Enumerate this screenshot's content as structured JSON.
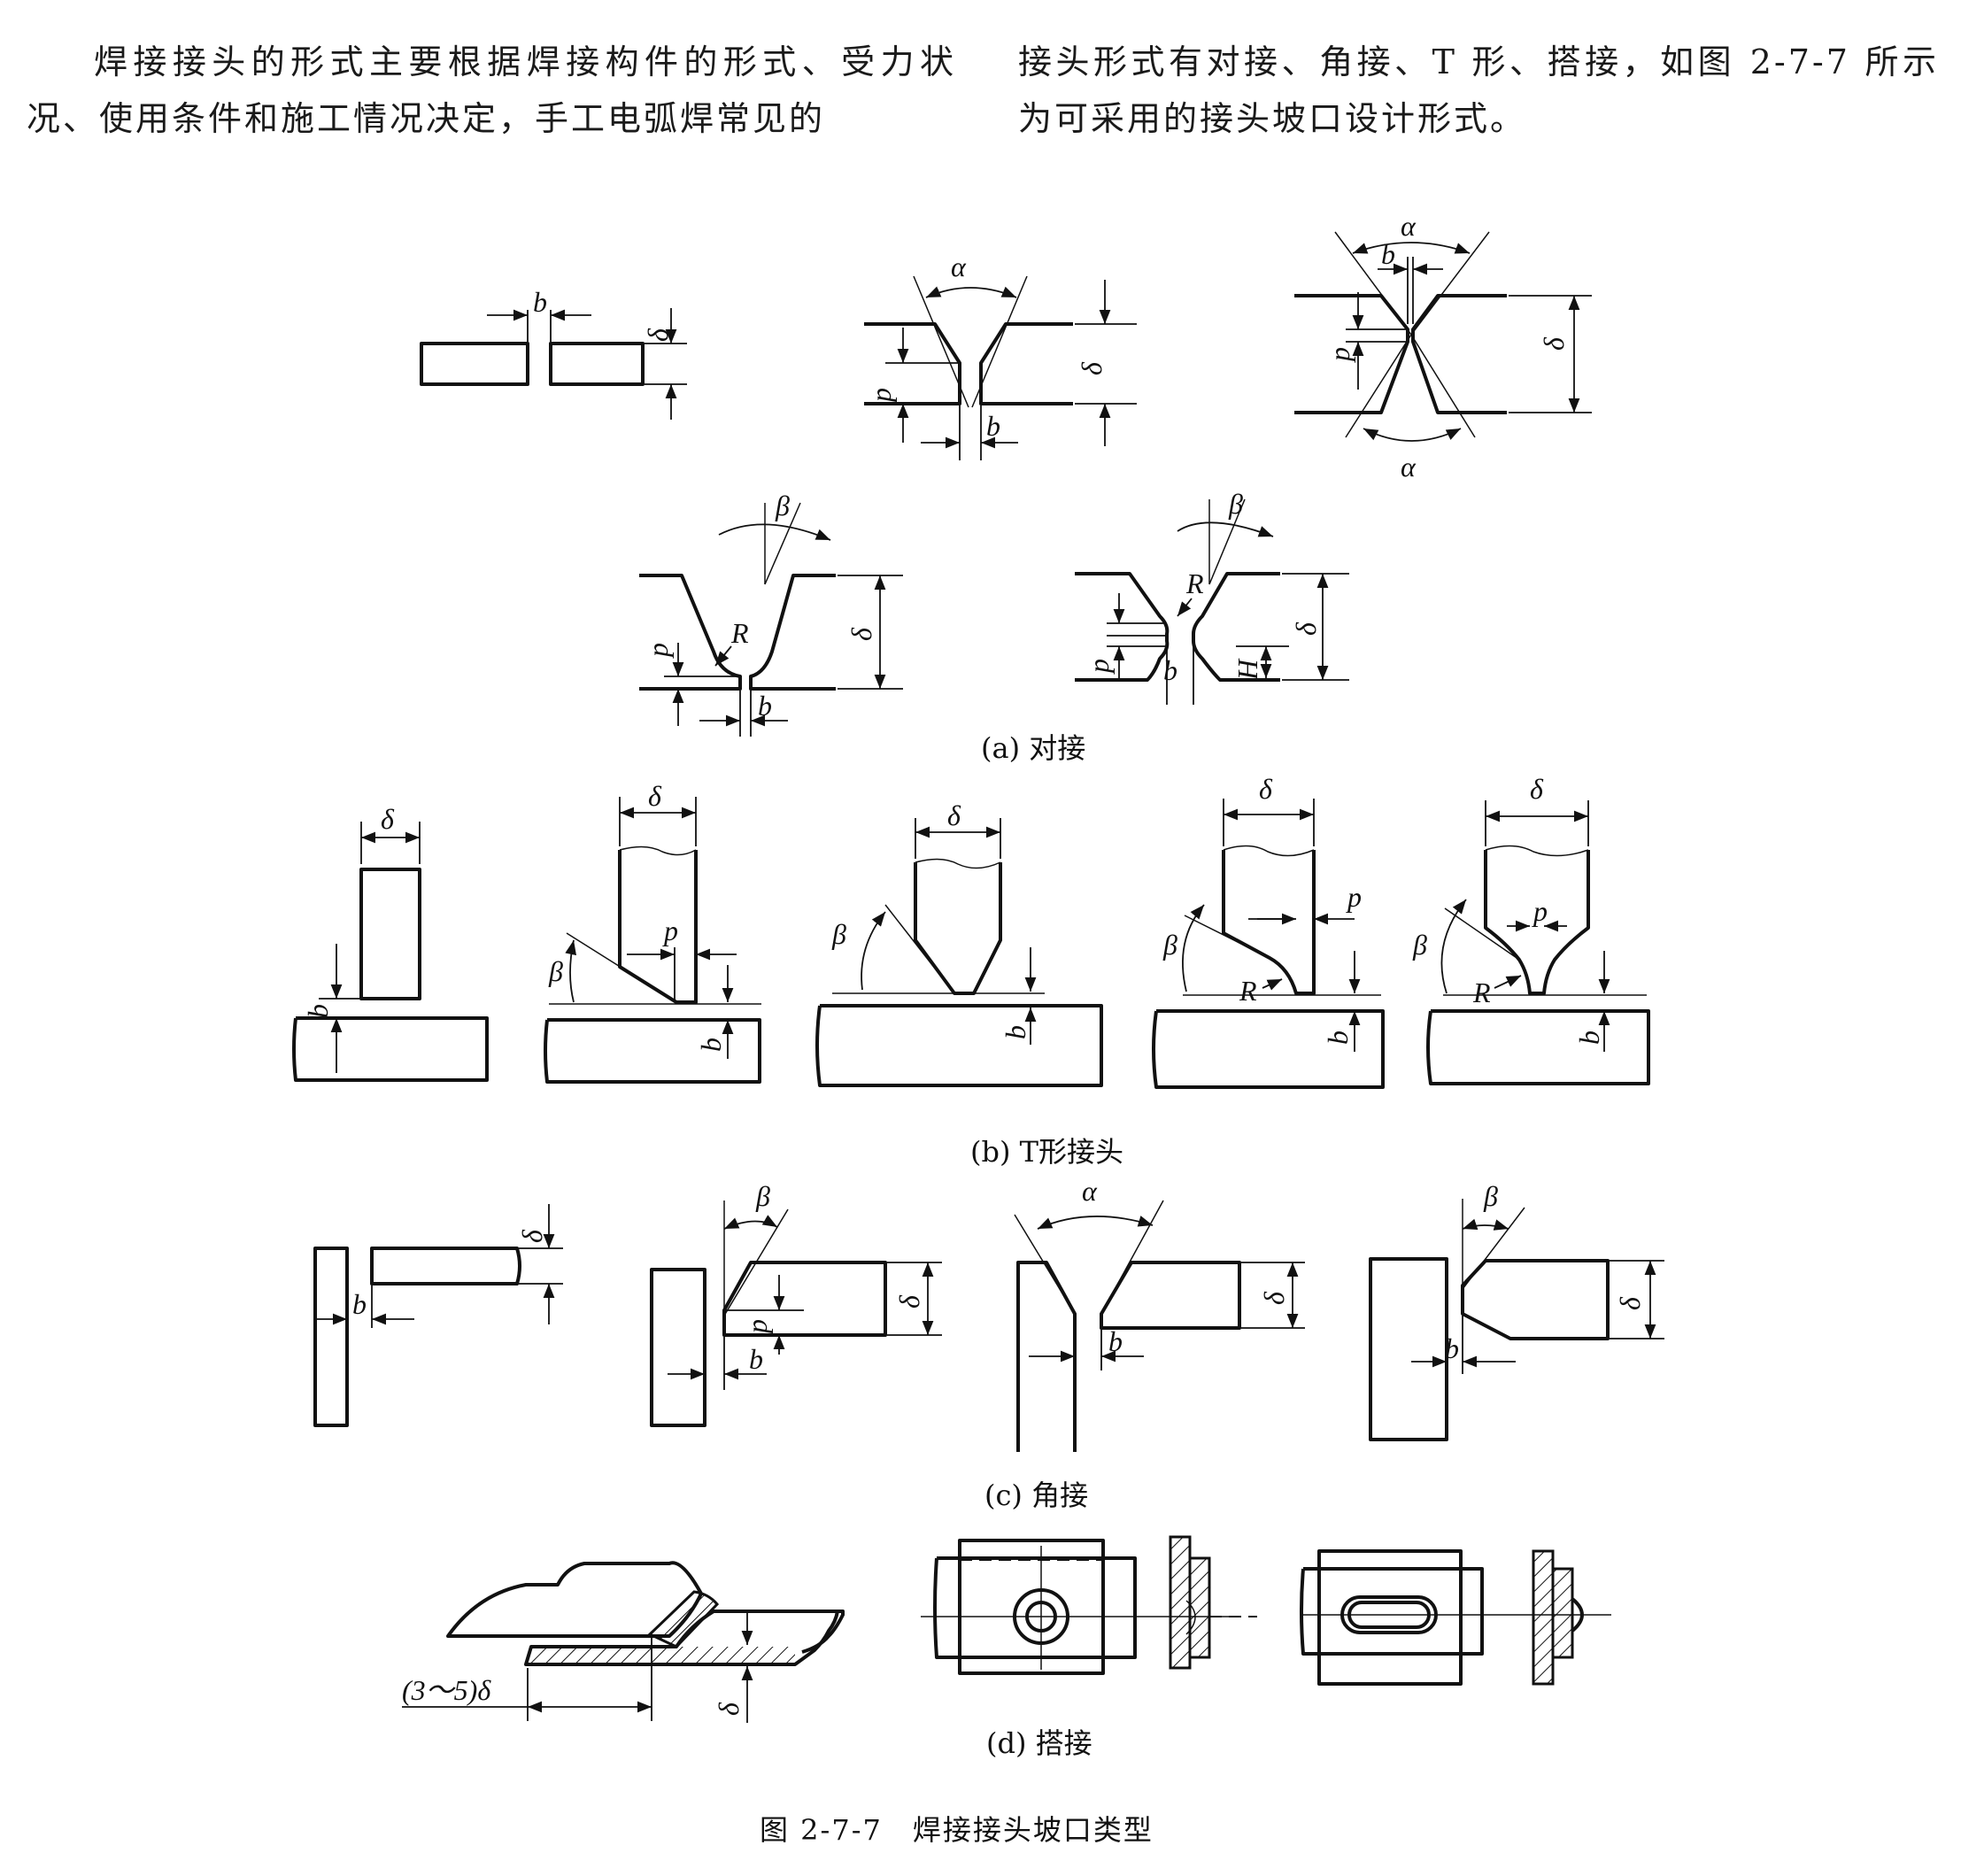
{
  "body_text": {
    "col_left": "焊接接头的形式主要根据焊接构件的形式、受力状况、使用条件和施工情况决定，手工电弧焊常见的",
    "col_right": "接头形式有对接、角接、T 形、搭接，如图 2-7-7 所示为可采用的接头坡口设计形式。"
  },
  "figure": {
    "title": "图 2-7-7　焊接接头坡口类型",
    "captions": {
      "a": "(a) 对接",
      "b": "(b) T形接头",
      "c": "(c) 角接",
      "d": "(d) 搭接"
    },
    "labels": {
      "alpha": "α",
      "beta": "β",
      "b": "b",
      "p": "p",
      "delta": "δ",
      "R": "R",
      "H": "H",
      "lap": "(3～5)δ"
    }
  }
}
